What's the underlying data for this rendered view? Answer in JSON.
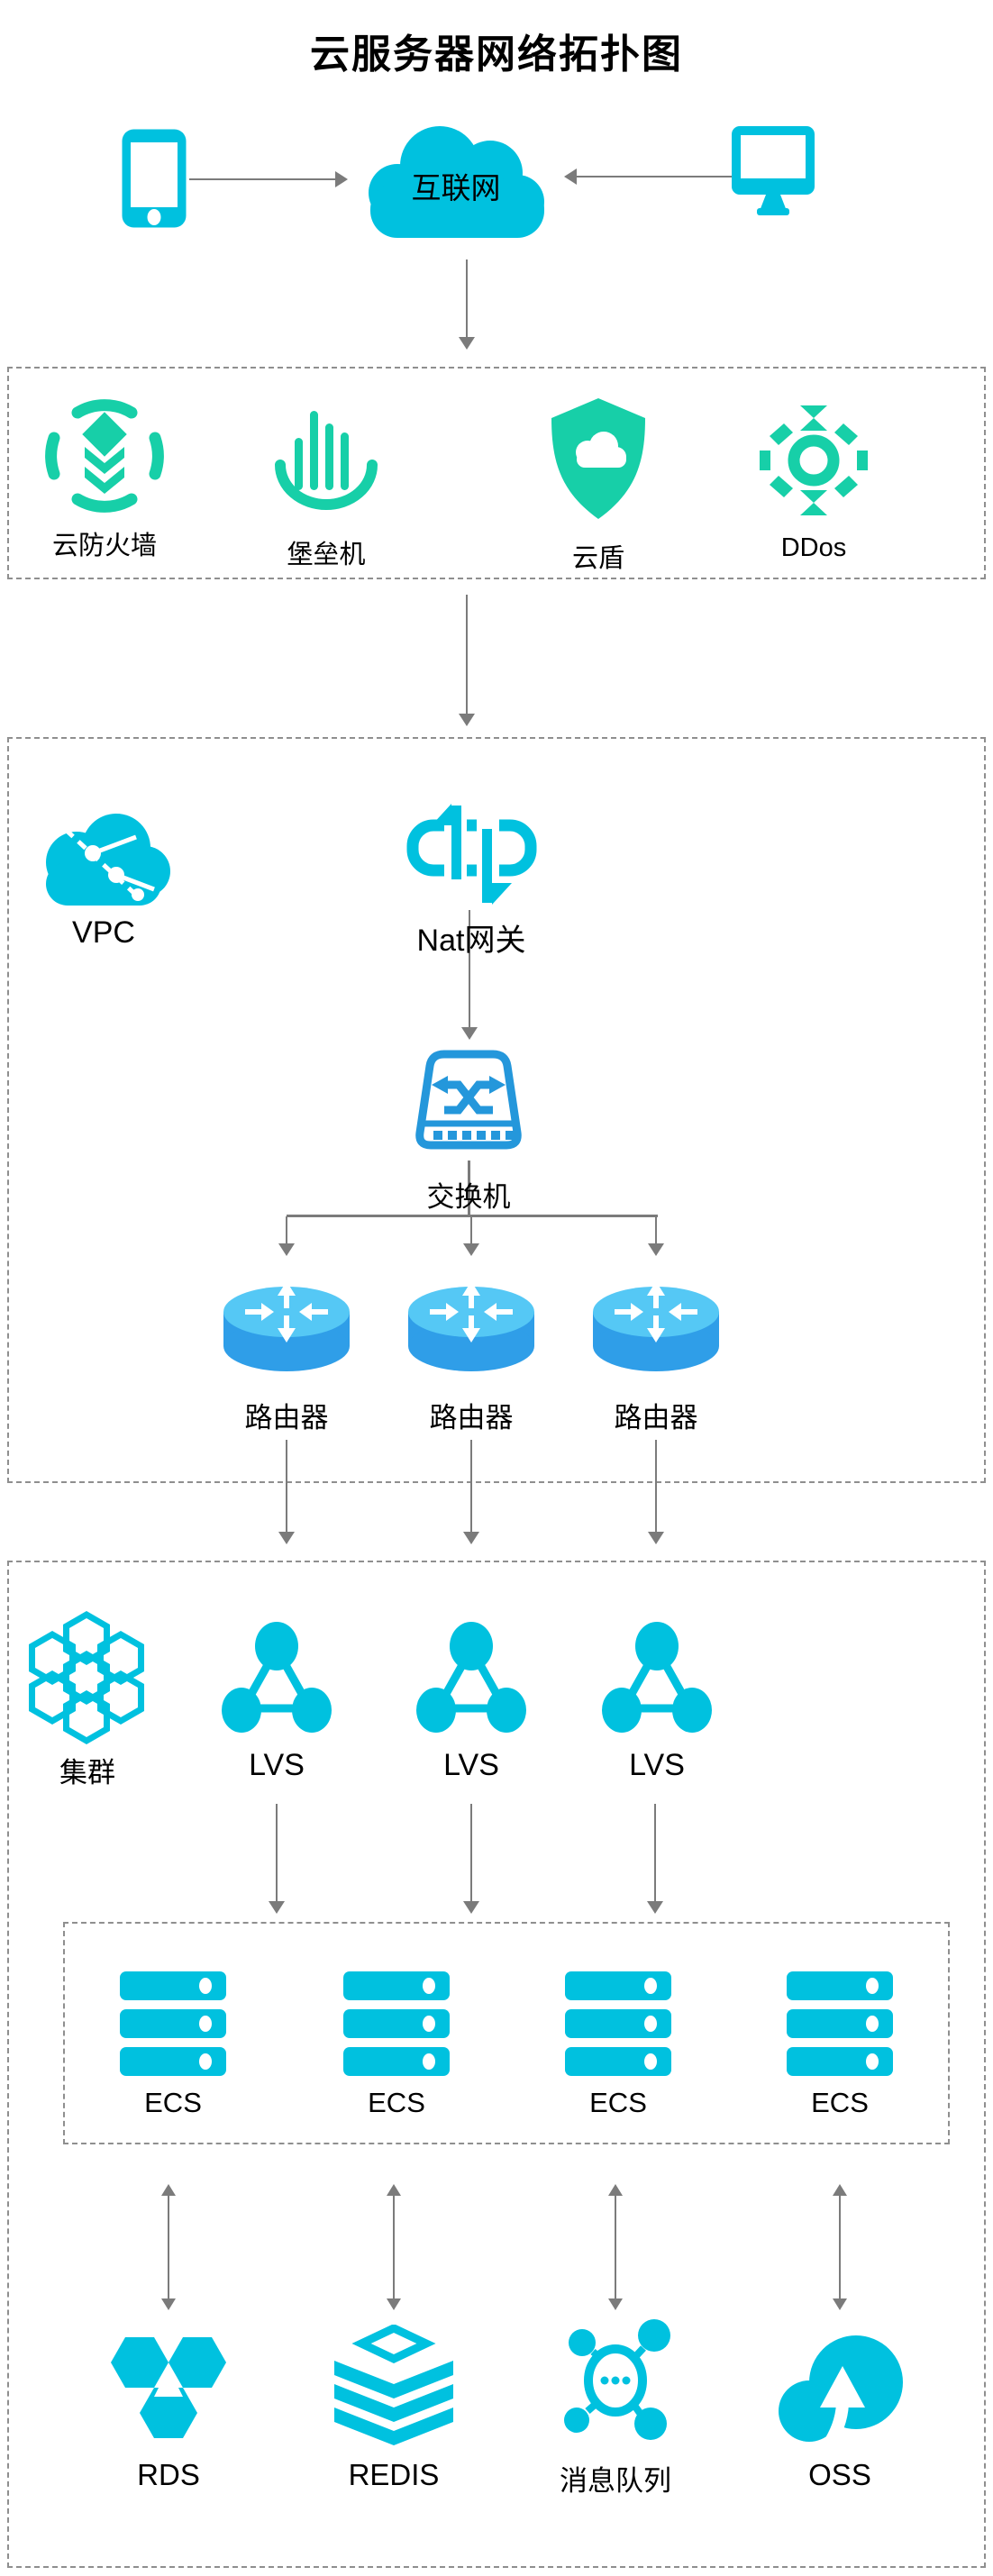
{
  "title": "云服务器网络拓扑图",
  "internet": {
    "cloud_label": "互联网"
  },
  "security_zone": {
    "items": [
      {
        "label": "云防火墙"
      },
      {
        "label": "堡垒机"
      },
      {
        "label": "云盾"
      },
      {
        "label": "DDos"
      }
    ]
  },
  "vpc_zone": {
    "vpc_label": "VPC",
    "nat_label": "Nat网关",
    "switch_label": "交换机",
    "routers": [
      {
        "label": "路由器"
      },
      {
        "label": "路由器"
      },
      {
        "label": "路由器"
      }
    ]
  },
  "cluster_zone": {
    "cluster_label": "集群",
    "lvs": [
      {
        "label": "LVS"
      },
      {
        "label": "LVS"
      },
      {
        "label": "LVS"
      }
    ],
    "ecs": [
      {
        "label": "ECS"
      },
      {
        "label": "ECS"
      },
      {
        "label": "ECS"
      },
      {
        "label": "ECS"
      }
    ],
    "services": [
      {
        "label": "RDS"
      },
      {
        "label": "REDIS"
      },
      {
        "label": "消息队列"
      },
      {
        "label": "OSS"
      }
    ]
  },
  "colors": {
    "teal": "#17CFA8",
    "cyan": "#00C1DF",
    "switch_blue": "#2497DB",
    "router_top": "#55C8F5",
    "router_body": "#2F9EE8",
    "line_gray": "#7B7B7B",
    "border_gray": "#8F8F8F",
    "text_black": "#000000"
  }
}
